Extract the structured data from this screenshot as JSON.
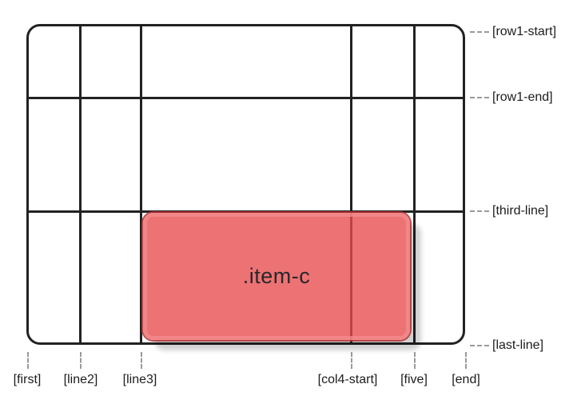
{
  "diagram": {
    "title": "css-grid-named-lines-diagram",
    "item": {
      "label": ".item-c",
      "fill_color": "#ed7173",
      "highlight_color": "#f2a0a2",
      "outline_color": "#b03032",
      "shadow_color": "#cccccc"
    },
    "grid": {
      "line_color": "#222222",
      "tick_color": "#9a9a9a",
      "column_count": 5,
      "row_count": 3
    },
    "row_line_labels": [
      {
        "text": "[row1-start]"
      },
      {
        "text": "[row1-end]"
      },
      {
        "text": "[third-line]"
      },
      {
        "text": "[last-line]"
      }
    ],
    "column_line_labels": [
      {
        "text": "[first]"
      },
      {
        "text": "[line2]"
      },
      {
        "text": "[line3]"
      },
      {
        "text": "[col4-start]"
      },
      {
        "text": "[five]"
      },
      {
        "text": "[end]"
      }
    ]
  }
}
